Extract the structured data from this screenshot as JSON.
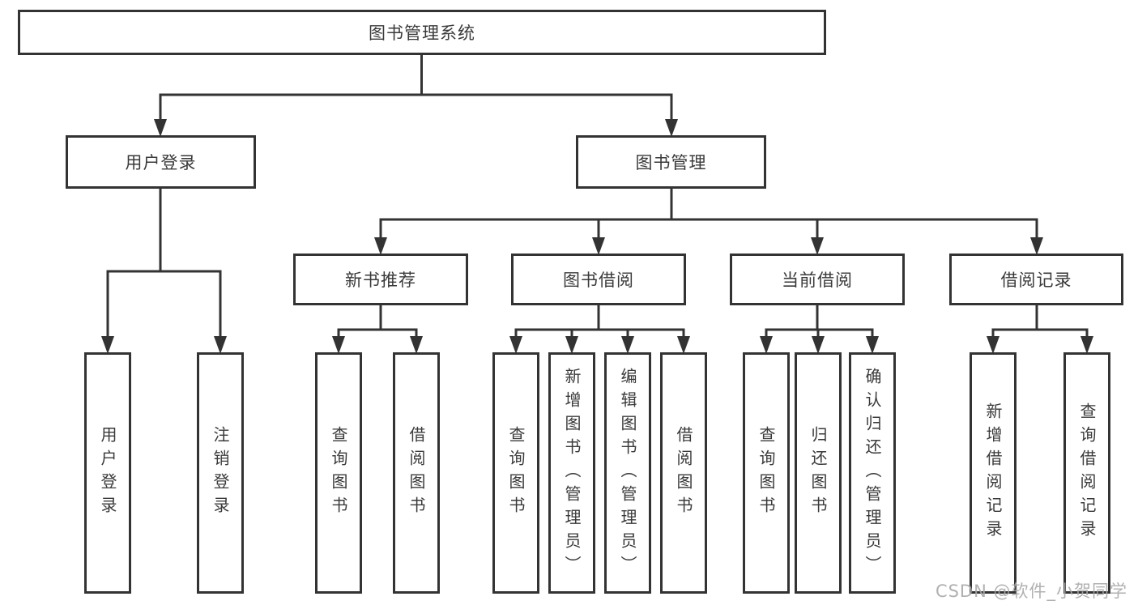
{
  "diagram": {
    "root": {
      "label": "图书管理系统"
    },
    "branches": [
      {
        "label": "用户登录",
        "children": [
          {
            "label": "用户登录"
          },
          {
            "label": "注销登录"
          }
        ]
      },
      {
        "label": "图书管理",
        "children": [
          {
            "label": "新书推荐",
            "children": [
              {
                "label": "查询图书"
              },
              {
                "label": "借阅图书"
              }
            ]
          },
          {
            "label": "图书借阅",
            "children": [
              {
                "label": "查询图书"
              },
              {
                "label": "新增图书（管理员）"
              },
              {
                "label": "编辑图书（管理员）"
              },
              {
                "label": "借阅图书"
              }
            ]
          },
          {
            "label": "当前借阅",
            "children": [
              {
                "label": "查询图书"
              },
              {
                "label": "归还图书"
              },
              {
                "label": "确认归还（管理员）"
              }
            ]
          },
          {
            "label": "借阅记录",
            "children": [
              {
                "label": "新增借阅记录"
              },
              {
                "label": "查询借阅记录"
              }
            ]
          }
        ]
      }
    ],
    "colors": {
      "line": "#333333",
      "text": "#3a3a3a",
      "background": "#ffffff",
      "watermark": "#a8a8a8"
    }
  },
  "watermark": {
    "text": "CSDN @软件_小贺同学"
  }
}
